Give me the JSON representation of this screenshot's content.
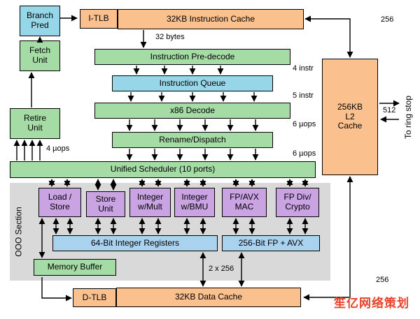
{
  "boxes": {
    "branch_pred": "Branch\nPred",
    "fetch_unit": "Fetch\nUnit",
    "itlb": "I-TLB",
    "icache": "32KB Instruction Cache",
    "l2": "256KB\nL2\nCache",
    "predecode": "Instruction Pre-decode",
    "iqueue": "Instruction Queue",
    "decode": "x86 Decode",
    "rename": "Rename/Dispatch",
    "scheduler": "Unified Scheduler (10 ports)",
    "retire": "Retire\nUnit",
    "load_store": "Load /\nStore",
    "store_unit": "Store\nUnit",
    "int_mult": "Integer\nw/Mult",
    "int_bmu": "Integer\nw/BMU",
    "fp_mac": "FP/AVX\nMAC",
    "fp_div": "FP Div/\nCrypto",
    "int_regs": "64-Bit Integer Registers",
    "fp_regs": "256-Bit FP + AVX",
    "mem_buffer": "Memory Buffer",
    "dtlb": "D-TLB",
    "dcache": "32KB Data Cache",
    "ooo_section": "OOO Section"
  },
  "labels": {
    "bytes_32": "32 bytes",
    "instr_4": "4 instr",
    "instr_5": "5 instr",
    "uops_6a": "6 µops",
    "uops_6b": "6 µops",
    "uops_4": "4 µops",
    "bus_256_top": "256",
    "bus_512": "512",
    "bus_256_bottom": "256",
    "ring_stop": "To ring stop",
    "x2_256": "2 x 256"
  },
  "watermark": "笙亿网络策划",
  "colors": {
    "cache_orange": "#FAC08E",
    "unit_green": "#A5DBA5",
    "queue_cyan": "#97D6E8",
    "register_blue": "#A9D2EF",
    "exec_purple": "#C9A3E2",
    "ooo_gray": "#D9D9D9",
    "watermark_red": "#E8432A"
  }
}
